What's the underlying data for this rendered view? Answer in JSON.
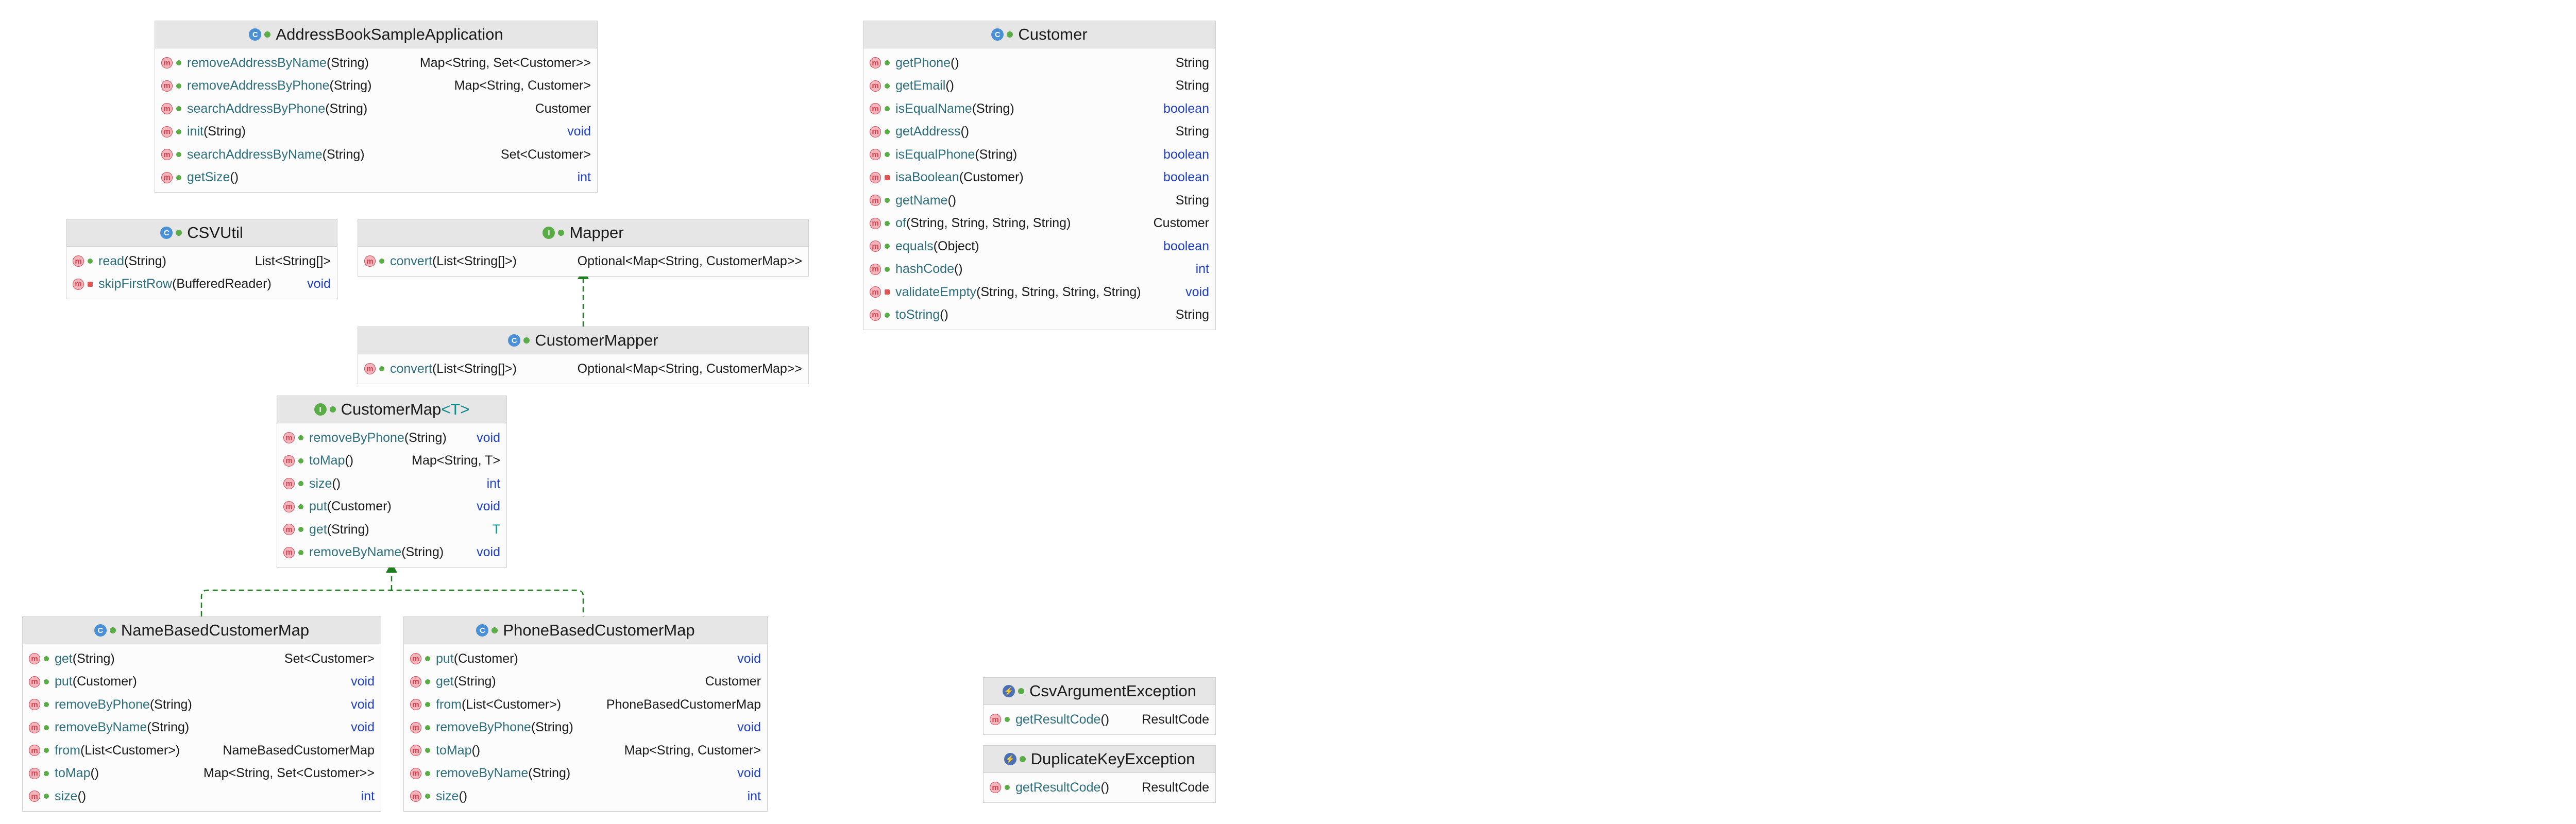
{
  "colors": {
    "header_bg": "#e6e6e6",
    "border": "#cfcfcf",
    "method_name": "#2e6f7c",
    "keyword_type": "#1f3fc4",
    "generic_param": "#0d8a8a",
    "class_icon": "#4a90d6",
    "interface_icon": "#5aac47",
    "exception_icon": "#4a6fb5",
    "method_icon": "#d0424f",
    "arrow": "#1e7d1e"
  },
  "classes": [
    {
      "id": "address_book_sample_application",
      "kind": "C",
      "name": "AddressBookSampleApplication",
      "members": [
        {
          "name": "removeAddressByName",
          "params": "(String)",
          "ret": "Map<String, Set<Customer>>",
          "vis": "public"
        },
        {
          "name": "removeAddressByPhone",
          "params": "(String)",
          "ret": "Map<String, Customer>",
          "vis": "public"
        },
        {
          "name": "searchAddressByPhone",
          "params": "(String)",
          "ret": "Customer",
          "vis": "public"
        },
        {
          "name": "init",
          "params": "(String)",
          "ret": "void",
          "vis": "public"
        },
        {
          "name": "searchAddressByName",
          "params": "(String)",
          "ret": "Set<Customer>",
          "vis": "public"
        },
        {
          "name": "getSize",
          "params": "()",
          "ret": "int",
          "vis": "public"
        }
      ]
    },
    {
      "id": "customer",
      "kind": "C",
      "name": "Customer",
      "members": [
        {
          "name": "getPhone",
          "params": "()",
          "ret": "String",
          "vis": "public"
        },
        {
          "name": "getEmail",
          "params": "()",
          "ret": "String",
          "vis": "public"
        },
        {
          "name": "isEqualName",
          "params": "(String)",
          "ret": "boolean",
          "vis": "public"
        },
        {
          "name": "getAddress",
          "params": "()",
          "ret": "String",
          "vis": "public"
        },
        {
          "name": "isEqualPhone",
          "params": "(String)",
          "ret": "boolean",
          "vis": "public"
        },
        {
          "name": "isaBoolean",
          "params": "(Customer)",
          "ret": "boolean",
          "vis": "private"
        },
        {
          "name": "getName",
          "params": "()",
          "ret": "String",
          "vis": "public"
        },
        {
          "name": "of",
          "params": "(String, String, String, String)",
          "ret": "Customer",
          "vis": "public"
        },
        {
          "name": "equals",
          "params": "(Object)",
          "ret": "boolean",
          "vis": "public"
        },
        {
          "name": "hashCode",
          "params": "()",
          "ret": "int",
          "vis": "public"
        },
        {
          "name": "validateEmpty",
          "params": "(String, String, String, String)",
          "ret": "void",
          "vis": "private"
        },
        {
          "name": "toString",
          "params": "()",
          "ret": "String",
          "vis": "public"
        }
      ]
    },
    {
      "id": "csv_util",
      "kind": "C",
      "name": "CSVUtil",
      "members": [
        {
          "name": "read",
          "params": "(String)",
          "ret": "List<String[]>",
          "vis": "public"
        },
        {
          "name": "skipFirstRow",
          "params": "(BufferedReader)",
          "ret": "void",
          "vis": "private"
        }
      ]
    },
    {
      "id": "mapper",
      "kind": "I",
      "name": "Mapper",
      "members": [
        {
          "name": "convert",
          "params": "(List<String[]>)",
          "ret": "Optional<Map<String, CustomerMap>>",
          "vis": "public"
        }
      ]
    },
    {
      "id": "customer_mapper",
      "kind": "C",
      "name": "CustomerMapper",
      "members": [
        {
          "name": "convert",
          "params": "(List<String[]>)",
          "ret": "Optional<Map<String, CustomerMap>>",
          "vis": "public"
        }
      ]
    },
    {
      "id": "customer_map",
      "kind": "I",
      "name": "CustomerMap",
      "generic": "<T>",
      "members": [
        {
          "name": "removeByPhone",
          "params": "(String)",
          "ret": "void",
          "vis": "public"
        },
        {
          "name": "toMap",
          "params": "()",
          "ret": "Map<String, T>",
          "vis": "public"
        },
        {
          "name": "size",
          "params": "()",
          "ret": "int",
          "vis": "public"
        },
        {
          "name": "put",
          "params": "(Customer)",
          "ret": "void",
          "vis": "public"
        },
        {
          "name": "get",
          "params": "(String)",
          "ret": "T",
          "vis": "public"
        },
        {
          "name": "removeByName",
          "params": "(String)",
          "ret": "void",
          "vis": "public"
        }
      ]
    },
    {
      "id": "name_based_customer_map",
      "kind": "C",
      "name": "NameBasedCustomerMap",
      "members": [
        {
          "name": "get",
          "params": "(String)",
          "ret": "Set<Customer>",
          "vis": "public"
        },
        {
          "name": "put",
          "params": "(Customer)",
          "ret": "void",
          "vis": "public"
        },
        {
          "name": "removeByPhone",
          "params": "(String)",
          "ret": "void",
          "vis": "public"
        },
        {
          "name": "removeByName",
          "params": "(String)",
          "ret": "void",
          "vis": "public"
        },
        {
          "name": "from",
          "params": "(List<Customer>)",
          "ret": "NameBasedCustomerMap",
          "vis": "public"
        },
        {
          "name": "toMap",
          "params": "()",
          "ret": "Map<String, Set<Customer>>",
          "vis": "public"
        },
        {
          "name": "size",
          "params": "()",
          "ret": "int",
          "vis": "public"
        }
      ]
    },
    {
      "id": "phone_based_customer_map",
      "kind": "C",
      "name": "PhoneBasedCustomerMap",
      "members": [
        {
          "name": "put",
          "params": "(Customer)",
          "ret": "void",
          "vis": "public"
        },
        {
          "name": "get",
          "params": "(String)",
          "ret": "Customer",
          "vis": "public"
        },
        {
          "name": "from",
          "params": "(List<Customer>)",
          "ret": "PhoneBasedCustomerMap",
          "vis": "public"
        },
        {
          "name": "removeByPhone",
          "params": "(String)",
          "ret": "void",
          "vis": "public"
        },
        {
          "name": "toMap",
          "params": "()",
          "ret": "Map<String, Customer>",
          "vis": "public"
        },
        {
          "name": "removeByName",
          "params": "(String)",
          "ret": "void",
          "vis": "public"
        },
        {
          "name": "size",
          "params": "()",
          "ret": "int",
          "vis": "public"
        }
      ]
    },
    {
      "id": "csv_argument_exception",
      "kind": "E",
      "name": "CsvArgumentException",
      "members": [
        {
          "name": "getResultCode",
          "params": "()",
          "ret": "ResultCode",
          "vis": "public"
        }
      ]
    },
    {
      "id": "duplicate_key_exception",
      "kind": "E",
      "name": "DuplicateKeyException",
      "members": [
        {
          "name": "getResultCode",
          "params": "()",
          "ret": "ResultCode",
          "vis": "public"
        }
      ]
    }
  ],
  "relations": [
    {
      "from": "customer_mapper",
      "to": "mapper",
      "type": "implements"
    },
    {
      "from": "name_based_customer_map",
      "to": "customer_map",
      "type": "implements"
    },
    {
      "from": "phone_based_customer_map",
      "to": "customer_map",
      "type": "implements"
    }
  ]
}
